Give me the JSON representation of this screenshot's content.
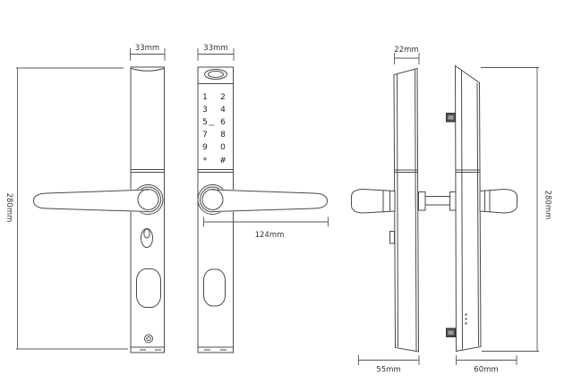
{
  "dimensions": {
    "back_plate_width": "33mm",
    "keypad_plate_width": "33mm",
    "side_plate_thickness": "22mm",
    "left_height": "280mm",
    "right_height": "280mm",
    "handle_length": "124mm",
    "left_side_depth": "55mm",
    "right_side_depth": "60mm"
  },
  "keypad": {
    "rows": [
      [
        "1",
        "2"
      ],
      [
        "3",
        "4"
      ],
      [
        "5",
        "6"
      ],
      [
        "7",
        "8"
      ],
      [
        "9",
        "0"
      ],
      [
        "*",
        "#"
      ]
    ]
  },
  "colors": {
    "line": "#4a4a4a",
    "dimension": "#555555",
    "text": "#333333",
    "bolt": "#525252",
    "background": "#ffffff"
  }
}
